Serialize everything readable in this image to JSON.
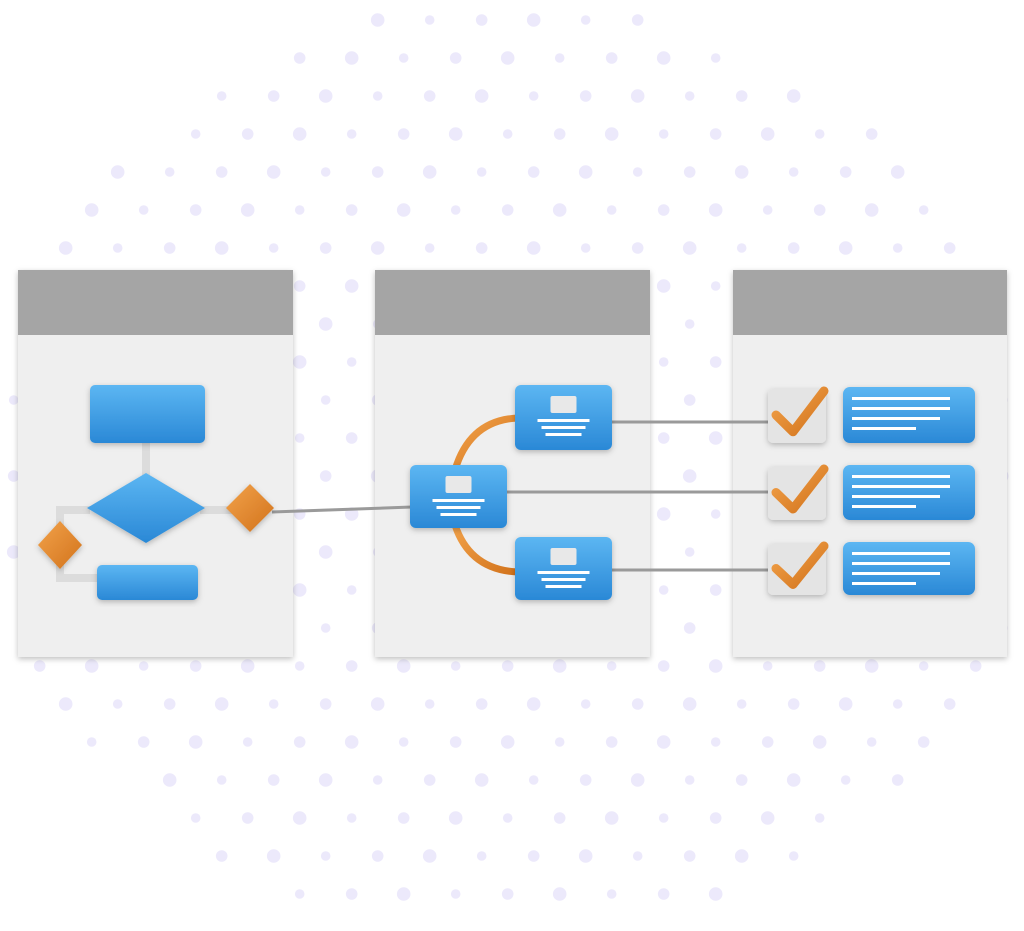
{
  "colors": {
    "background": "#ffffff",
    "dots": "#ece9fb",
    "panel_header": "#a5a5a5",
    "panel_body": "#efefef",
    "blue": "#3d9fe6",
    "blue_dark": "#1f78c8",
    "orange": "#e38a2c",
    "connector": "#9a9a9a",
    "checkbox": "#e4e4e4"
  },
  "panels": [
    {
      "id": "flowchart"
    },
    {
      "id": "branching"
    },
    {
      "id": "checklist"
    }
  ]
}
